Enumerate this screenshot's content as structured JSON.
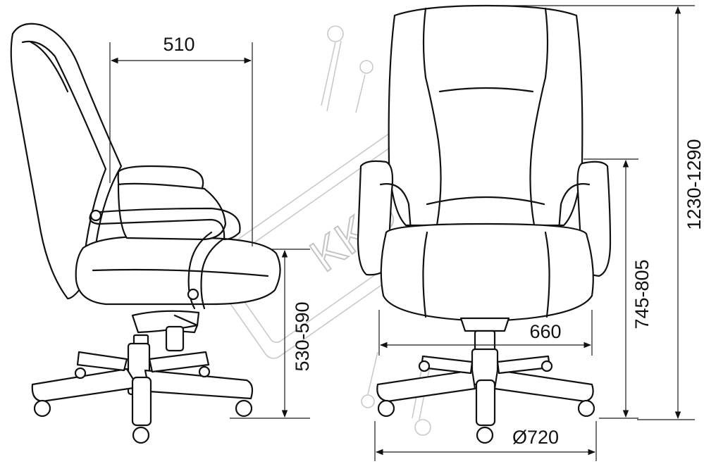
{
  "dimensions": {
    "seat_depth": "510",
    "seat_height": "530-590",
    "seat_width": "660",
    "armrest_height": "745-805",
    "total_height": "1230-1290",
    "base_diameter": "Ø720"
  },
  "watermark": {
    "text": "KKU"
  },
  "colors": {
    "line": "#111111",
    "background": "#ffffff",
    "watermark": "#c4c4c4"
  }
}
